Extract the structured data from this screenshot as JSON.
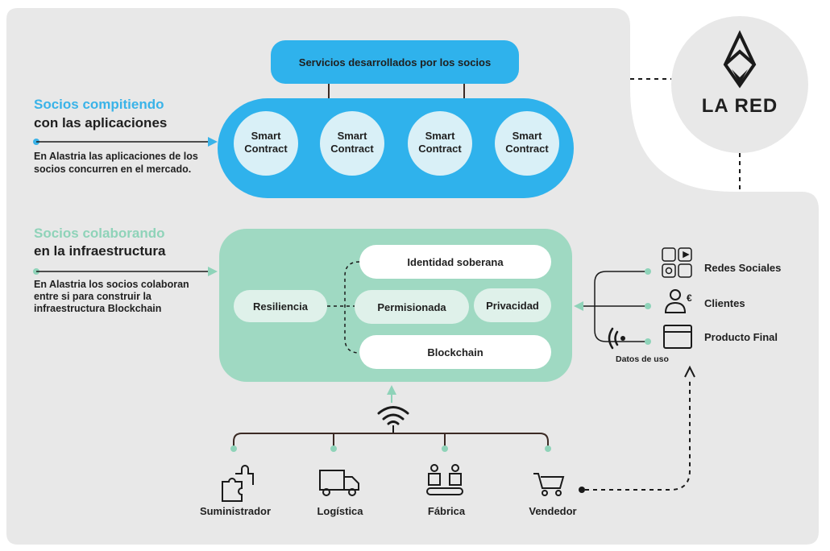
{
  "network": {
    "title": "LA RED"
  },
  "top_box": {
    "label": "Servicios desarrollados por los socios"
  },
  "smart_contracts": [
    "Smart Contract",
    "Smart Contract",
    "Smart Contract",
    "Smart Contract"
  ],
  "left_top": {
    "title_line1": "Socios compitiendo",
    "title_line2": "con las aplicaciones",
    "desc_line1": "En Alastria las aplicaciones de los",
    "desc_line2": "socios concurren en el mercado."
  },
  "left_bottom": {
    "title_line1": "Socios colaborando",
    "title_line2": "en la infraestructura",
    "desc_line1": "En Alastria los socios colaboran",
    "desc_line2": "entre si para construir la",
    "desc_line3": "infraestructura Blockchain"
  },
  "infra": {
    "resiliencia": "Resiliencia",
    "identidad": "Identidad soberana",
    "permisionada": "Permisionada",
    "privacidad": "Privacidad",
    "blockchain": "Blockchain"
  },
  "right_items": [
    "Redes Sociales",
    "Clientes",
    "Producto Final"
  ],
  "usage_label": "Datos de uso",
  "bottom_items": [
    "Suministrador",
    "Logística",
    "Fábrica",
    "Vendedor"
  ],
  "colors": {
    "background": "#e8e8e8",
    "blue": "#2fb2ec",
    "blue_light": "#d9f0f7",
    "green": "#9fd9c2",
    "accent_text_blue": "#3ab3e8",
    "accent_text_green": "#8fd3b9",
    "dark": "#3b2a24"
  }
}
